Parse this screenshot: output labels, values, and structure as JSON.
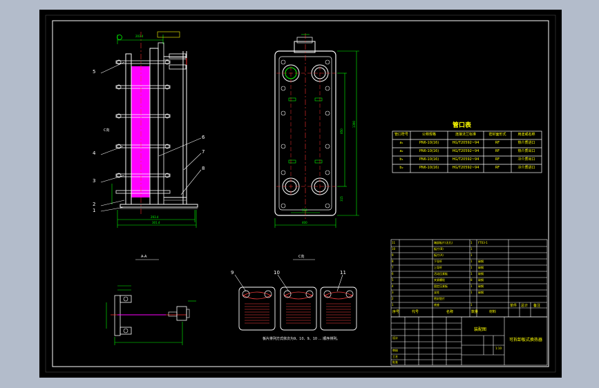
{
  "colors": {
    "viewport_bg": "#b3bccb",
    "sheet_bg": "#000000",
    "frame": "#ffffff",
    "dimension": "#00ff00",
    "centerline": "#ff3030",
    "fill": "#ff00ff",
    "text": "#ffff00",
    "hatch": "#ff4040"
  },
  "labels": {
    "nozzle_table_title": "管口表",
    "section_a": "A-A",
    "section_c": "C向",
    "view_c_marker": "C向",
    "balloon_5": "5",
    "balloon_4": "4",
    "balloon_3": "3",
    "balloon_2": "2",
    "balloon_1": "1",
    "balloon_6": "6",
    "balloon_7": "7",
    "balloon_8": "8",
    "balloon_9": "9",
    "balloon_10": "10",
    "balloon_11": "11",
    "dim_total": "301.4",
    "dim_base": "293.4",
    "dim_width": "400",
    "dim_inner": "350",
    "dim_height_right": "1390",
    "dim_height_inner": "850",
    "dim_lower": "315",
    "dim_a": "203.4",
    "plate_note": "板片排列方式依次为9、10、9、10 … 顺序排列。"
  },
  "nozzle_table": {
    "headers": [
      "管口符号",
      "公称规格",
      "连接法兰标准",
      "密封面形式",
      "用途或名称"
    ],
    "rows": [
      [
        "a₁",
        "PN6-10(16)",
        "HG/T20592~94",
        "RF",
        "热介质进口"
      ],
      [
        "a₂",
        "PN6-10(16)",
        "HG/T20592~94",
        "RF",
        "热介质出口"
      ],
      [
        "b₁",
        "PN6-10(16)",
        "HG/T20592~94",
        "RF",
        "冷介质出口"
      ],
      [
        "b₂",
        "PN6-10(16)",
        "HG/T20592~94",
        "RF",
        "冷介质进口"
      ]
    ]
  },
  "parts_list": {
    "rows": [
      [
        "11",
        "端部板片(无孔)",
        "1",
        "FT03-1"
      ],
      [
        "10",
        "板片(B)",
        "1",
        ""
      ],
      [
        "9",
        "板片(A)",
        "1",
        ""
      ],
      [
        "8",
        "下导杆",
        "1",
        "碳钢"
      ],
      [
        "7",
        "上导杆",
        "1",
        "碳钢"
      ],
      [
        "6",
        "活动压紧板",
        "1",
        "碳钢"
      ],
      [
        "5",
        "夹紧螺栓",
        "8",
        "碳钢"
      ],
      [
        "4",
        "固定压紧板",
        "1",
        "碳钢"
      ],
      [
        "3",
        "支柱",
        "1",
        "碳钢"
      ],
      [
        "2",
        "密封垫片",
        "",
        ""
      ],
      [
        "1",
        "底座",
        "1",
        ""
      ]
    ],
    "header": [
      "序号",
      "代号",
      "名称",
      "数量",
      "材料",
      "单件",
      "总计",
      "备注"
    ]
  },
  "title_block": {
    "drawing_title": "装配图",
    "product_name": "可拆卸板式换热器",
    "design": "设计",
    "check": "审核",
    "process": "工艺",
    "approve": "批准",
    "scale": "1:10"
  }
}
